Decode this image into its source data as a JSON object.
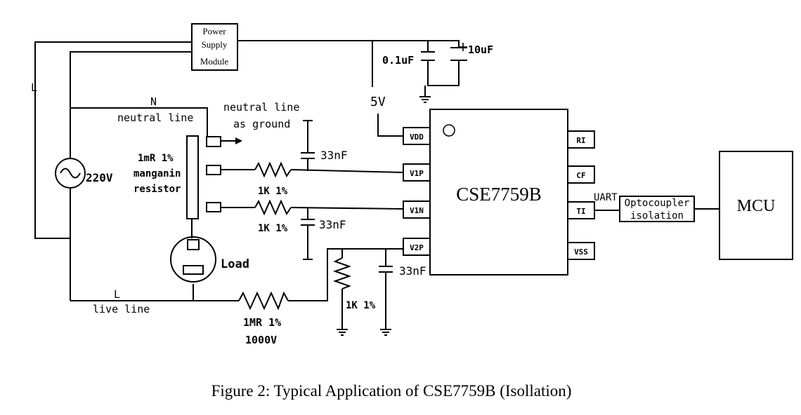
{
  "power_supply": [
    "Power",
    "Supply",
    "Module"
  ],
  "labels": {
    "line_L_left": "L",
    "neutral_N": "N",
    "neutral_line": "neutral line",
    "neutral_ground_1": "neutral line",
    "neutral_ground_2": "as ground",
    "voltage_source": "220V",
    "shunt_1": "1mR 1%",
    "shunt_2": "manganin",
    "shunt_3": "resistor",
    "res_v1p": "1K 1%",
    "res_v1n": "1K 1%",
    "res_v2p": "1K 1%",
    "res_divider_1": "1MR 1%",
    "res_divider_2": "1000V",
    "cap_v1p": "33nF",
    "cap_v1n": "33nF",
    "cap_v2p": "33nF",
    "cap_small": "0.1uF",
    "cap_big": "10uF",
    "vdd_5v": "5V",
    "load": "Load",
    "live_L": "L",
    "live_line": "live line",
    "uart": "UART"
  },
  "chip": {
    "name": "CSE7759B",
    "left_pins": [
      "VDD",
      "V1P",
      "V1N",
      "V2P"
    ],
    "right_pins": [
      "RI",
      "CF",
      "TI",
      "VSS"
    ]
  },
  "optocoupler": [
    "Optocoupler",
    "isolation"
  ],
  "mcu": "MCU",
  "caption": "Figure 2: Typical Application of CSE7759B (Isollation)"
}
